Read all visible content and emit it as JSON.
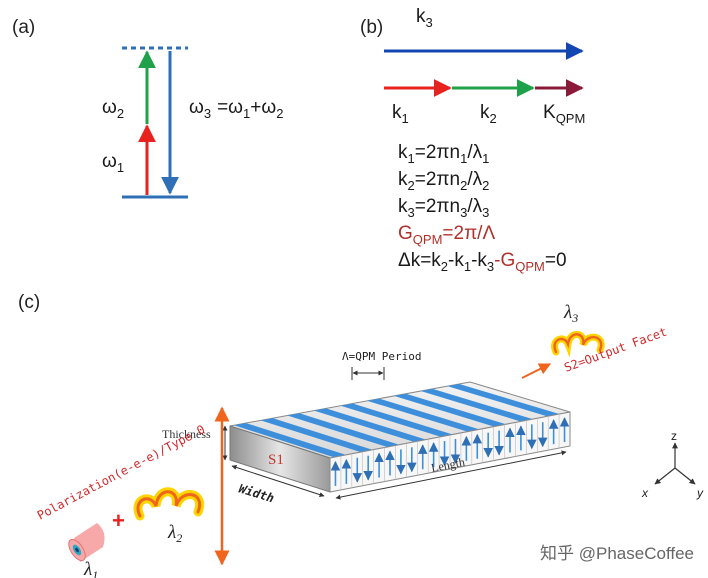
{
  "panel_a": {
    "label": "(a)",
    "omega1": "ω",
    "omega1_sub": "1",
    "omega2": "ω",
    "omega2_sub": "2",
    "omega3": "ω",
    "omega3_sub": "3",
    "omega3_eq": "=ω",
    "omega3_eq_sub1": "1",
    "omega3_plus": "+ω",
    "omega3_plus_sub": "2"
  },
  "panel_b": {
    "label": "(b)",
    "k3": "k",
    "k3_sub": "3",
    "k1": "k",
    "k1_sub": "1",
    "k2": "k",
    "k2_sub": "2",
    "kqpm": "K",
    "kqpm_sub": "QPM",
    "eq1": {
      "a": "k",
      "a_sub": "1",
      "b": "=2πn",
      "b_sub": "1",
      "c": "/λ",
      "c_sub": "1"
    },
    "eq2": {
      "a": "k",
      "a_sub": "2",
      "b": "=2πn",
      "b_sub": "2",
      "c": "/λ",
      "c_sub": "2"
    },
    "eq3": {
      "a": "k",
      "a_sub": "3",
      "b": "=2πn",
      "b_sub": "3",
      "c": "/λ",
      "c_sub": "3"
    },
    "eq4": {
      "a": "G",
      "a_sub": "QPM",
      "b": "=2π/Λ"
    },
    "eq5": {
      "a": "Δk=k",
      "a_sub": "2",
      "b": "-k",
      "b_sub": "1",
      "c": "-k",
      "c_sub": "3",
      "d": "-G",
      "d_sub": "QPM",
      "e": "=0"
    }
  },
  "panel_c": {
    "label": "(c)",
    "period_label": "Λ=QPM Period",
    "thickness_label": "Thickness",
    "s1_label": "S1",
    "width_label": "Width",
    "length_label": "Length",
    "polarization_label": "Polarization(e-e-e)/Type 0",
    "output_label": "S2=Output Facet",
    "lambda1": "λ",
    "lambda1_sub": "1",
    "lambda2": "λ",
    "lambda2_sub": "2",
    "lambda3": "λ",
    "lambda3_sub": "3",
    "plus_sign": "+",
    "axis_z": "z",
    "axis_x": "x",
    "axis_y": "y"
  },
  "watermark": "知乎 @PhaseCoffee",
  "colors": {
    "red": "#e8231f",
    "green": "#1fa14a",
    "blue": "#2f6fb5",
    "dark_blue": "#1346b0",
    "maroon": "#8b1a3a",
    "stripe_blue": "#3d8fdc",
    "orange": "#f0651e"
  }
}
